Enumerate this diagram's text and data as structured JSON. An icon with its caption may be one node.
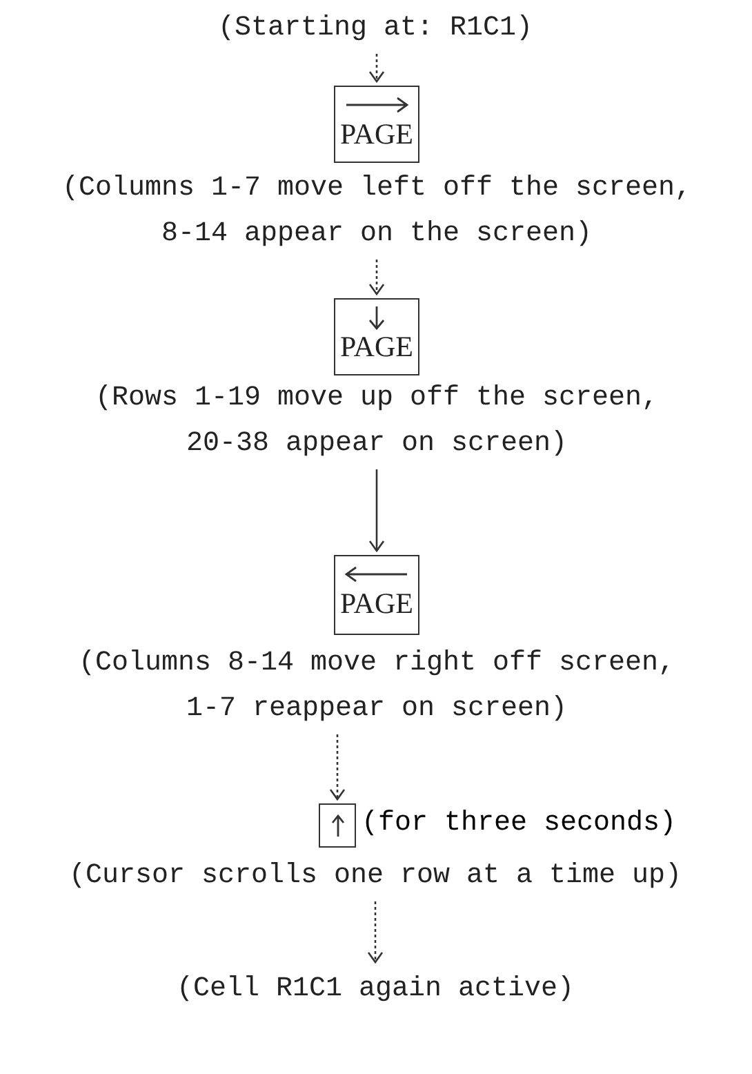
{
  "diagram": {
    "nodes": [
      {
        "text": [
          "(Starting at:  R1C1)"
        ]
      },
      {
        "text": [
          "PAGE"
        ]
      },
      {
        "text": [
          "(Columns 1-7 move left off the screen, 8-14 appear on the screen)"
        ]
      },
      {
        "text": [
          "PAGE"
        ]
      },
      {
        "text": [
          "(Rows 1-19 move up off the screen, 20-38 appear on screen)"
        ]
      },
      {
        "text": [
          "PAGE"
        ]
      },
      {
        "text": [
          "(Columns 8-14 move right off screen, 1-7 reappear on screen)"
        ]
      },
      {
        "text": [],
        "shape": "box",
        "beside": [
          "(for three seconds)"
        ]
      },
      {
        "text": [
          "(Cursor scrolls one row at a time up)"
        ]
      },
      {
        "text": [
          "(Cell R1C1 again active)"
        ]
      }
    ],
    "edges": [
      {
        "from": 0,
        "to": 1,
        "arrow": "to",
        "style": "dashed"
      },
      {
        "from": 2,
        "to": 3,
        "arrow": "to",
        "style": "dashed"
      },
      {
        "from": 4,
        "to": 5,
        "arrow": "to"
      },
      {
        "from": 6,
        "to": 7,
        "arrow": "to",
        "style": "dashed"
      },
      {
        "from": 8,
        "to": 9,
        "arrow": "to",
        "style": "dashed"
      }
    ]
  }
}
